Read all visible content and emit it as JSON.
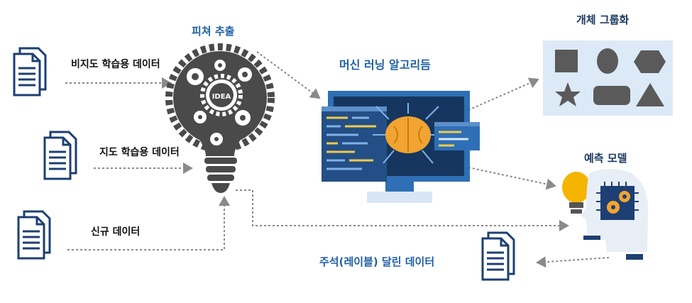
{
  "labels": {
    "unsupervised": "비지도 학습용 데이터",
    "supervised": "지도 학습용 데이터",
    "new_data": "신규 데이터",
    "feature_extraction": "피쳐 추출",
    "ml_algorithm": "머신 러닝 알고리듬",
    "grouping": "개체 그룹화",
    "predict_model": "예측 모델",
    "labeled_data": "주석(레이블) 달린 데이터",
    "bulb_text": "IDEA"
  },
  "colors": {
    "title_blue": "#1f5fa3",
    "doc_navy": "#1d3f73",
    "arrow_gray": "#8a8a8a",
    "bulb_gray": "#4a4a4a",
    "monitor_blue": "#2e6fb5",
    "brain_orange": "#f2a431",
    "grouping_bg": "#dce9f7",
    "shape_gray": "#5a5a5a",
    "bulb_yellow": "#f5b400"
  },
  "icons": [
    "document-icon",
    "lightbulb-gears-icon",
    "monitor-brain-icon",
    "head-chip-icon",
    "shapes-icon"
  ]
}
